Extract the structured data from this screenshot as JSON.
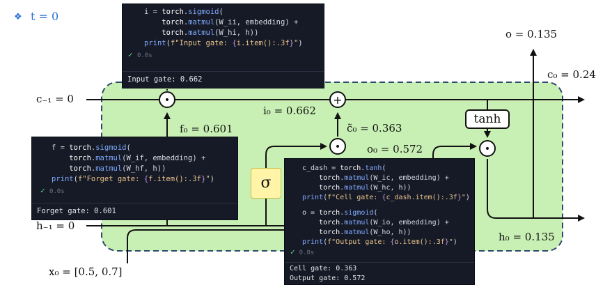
{
  "header": {
    "bullet": "❖",
    "title": "t = 0"
  },
  "labels": {
    "c_prev": "c₋₁ = 0",
    "h_prev": "h₋₁ = 0",
    "x0": "x₀ = [0.5, 0.7]",
    "f0": "f₀ = 0.601",
    "i0": "i₀ = 0.662",
    "ctilde": "c̃₀ = 0.363",
    "o0": "o₀ = 0.572",
    "o_out": "o = 0.135",
    "c0": "c₀ = 0.24",
    "h0": "h₀ = 0.135"
  },
  "gates": {
    "sigma": "σ",
    "tanh": "tanh",
    "times": "•",
    "plus": "+"
  },
  "code_input": {
    "lines": [
      "i = torch.sigmoid(",
      "    torch.matmul(W_ii, embedding) +",
      "    torch.matmul(W_hi, h))",
      "print(f\"Input gate: {i.item():.3f}\")"
    ],
    "check": "✓",
    "time": "0.0s",
    "output": [
      "Input gate: 0.662"
    ]
  },
  "code_forget": {
    "lines": [
      "f = torch.sigmoid(",
      "    torch.matmul(W_if, embedding) +",
      "    torch.matmul(W_hf, h))",
      "print(f\"Forget gate: {f.item():.3f}\")"
    ],
    "check": "✓",
    "time": "0.0s",
    "output": [
      "Forget gate: 0.601"
    ]
  },
  "code_cell": {
    "lines": [
      "c_dash = torch.tanh(",
      "    torch.matmul(W_ic, embedding) +",
      "    torch.matmul(W_hc, h))",
      "print(f\"Cell gate: {c_dash.item():.3f}\")",
      "",
      "o = torch.sigmoid(",
      "    torch.matmul(W_io, embedding) +",
      "    torch.matmul(W_ho, h))",
      "print(f\"Output gate: {o.item():.3f}\")"
    ],
    "check": "✓",
    "time": "0.0s",
    "output": [
      "Cell gate: 0.363",
      "Output gate: 0.572"
    ]
  },
  "colors": {
    "cell_bg": "#c9f0b4",
    "cell_border": "#2d4a6b",
    "code_bg": "#151a26",
    "gate_yellow": "#fff4a8",
    "accent": "#2a6fd6"
  }
}
